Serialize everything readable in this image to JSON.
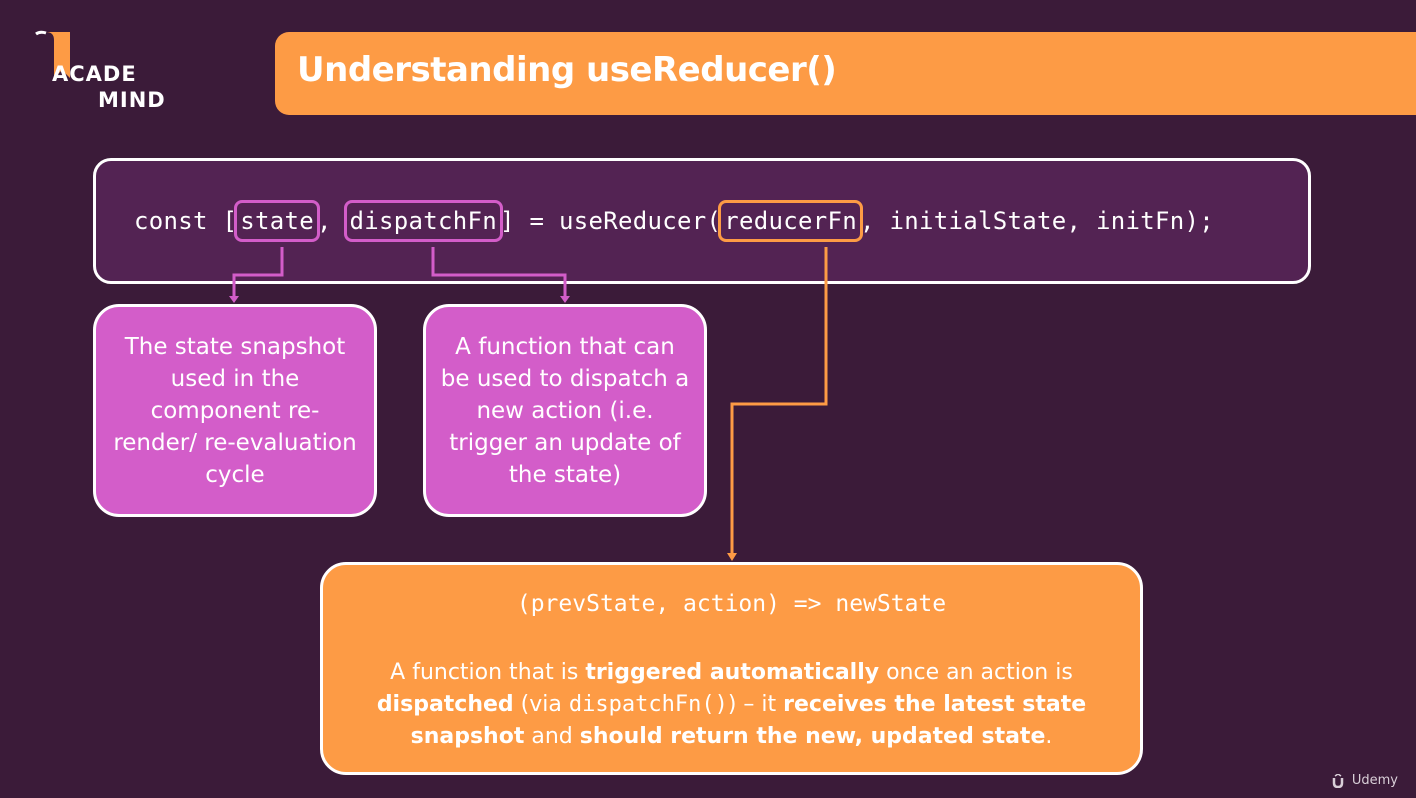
{
  "logo": {
    "line1": "ACADE",
    "line2": "MIND"
  },
  "title": "Understanding useReducer()",
  "code": {
    "prefix": "const [",
    "state": "state",
    "sep1": ", ",
    "dispatch": "dispatchFn",
    "mid": "] = useReducer(",
    "reducer": "reducerFn",
    "suffix": ", initialState, initFn);"
  },
  "state_box": {
    "text": "The state snapshot used in the component re-render/ re-evaluation cycle"
  },
  "dispatch_box": {
    "text": "A function that can be used to dispatch a new action (i.e. trigger an update of the state)"
  },
  "reducer_box": {
    "signature": "(prevState, action) => newState",
    "parts": [
      "A function that is ",
      "triggered automatically",
      " once an action is ",
      "dispatched",
      " (via ",
      "dispatchFn()",
      ") – it ",
      "receives the latest state snapshot",
      " and ",
      "should return the new, updated state",
      "."
    ]
  },
  "watermark": "Udemy",
  "colors": {
    "background": "#3b1b39",
    "orange": "#fd9b45",
    "pink": "#d35dc9",
    "code_box": "#532353"
  }
}
